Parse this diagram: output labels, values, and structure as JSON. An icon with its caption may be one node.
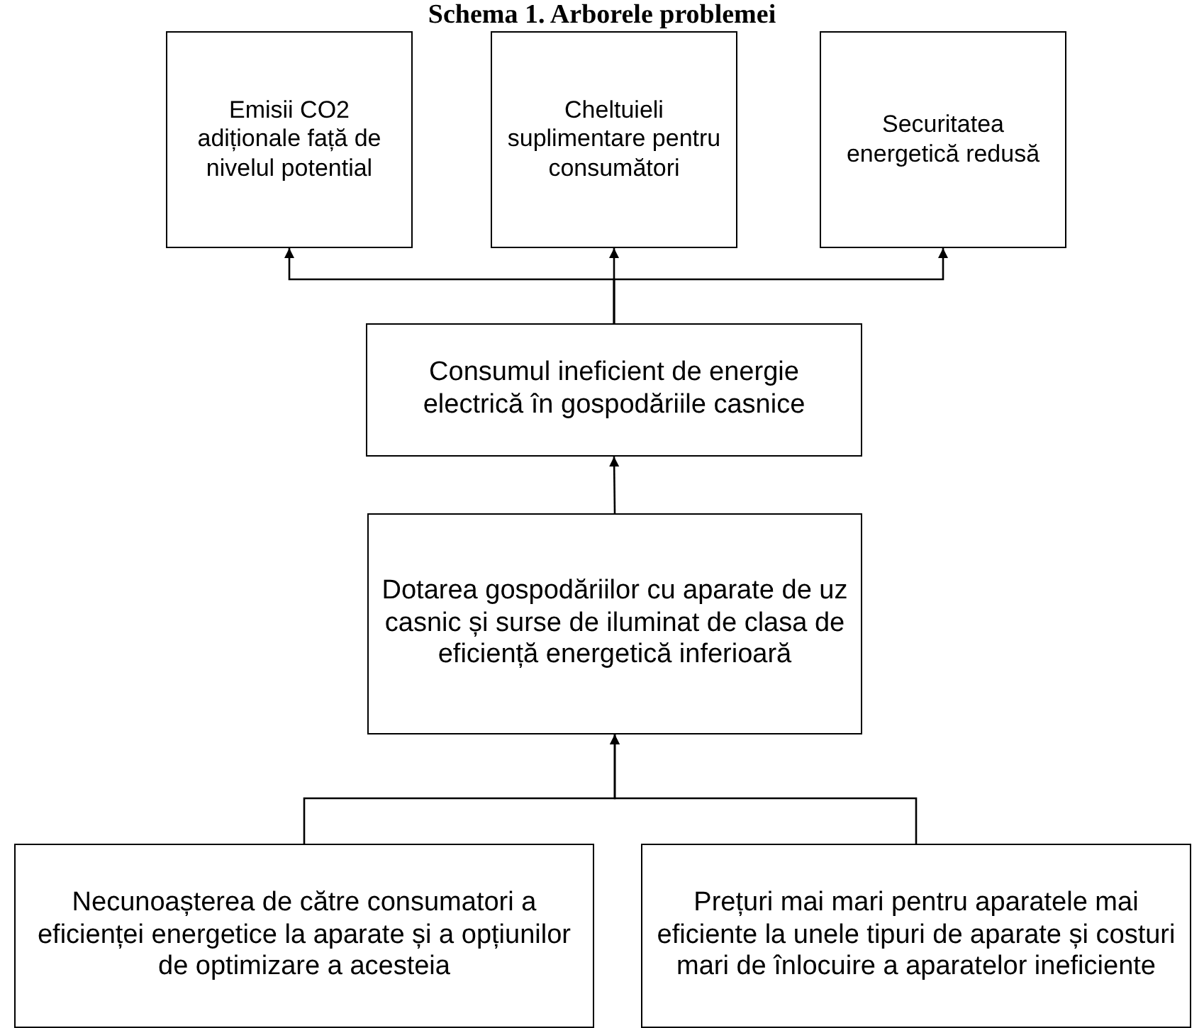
{
  "diagram": {
    "title": "Schema 1. Arborele problemei",
    "nodes": [
      {
        "text": [
          "Emisii CO2 adiționale față de nivelul potential"
        ]
      },
      {
        "text": [
          "Cheltuieli suplimentare pentru consumători"
        ]
      },
      {
        "text": [
          "Securitatea energetică redusă"
        ]
      },
      {
        "text": [
          "Consumul ineficient de energie electrică în gospodăriile casnice"
        ]
      },
      {
        "text": [
          "Dotarea gospodăriilor cu aparate de uz casnic și surse de iluminat de clasa de eficiență energetică inferioară"
        ]
      },
      {
        "text": [
          "Necunoașterea de către consumatori a eficienței energetice la aparate și a opțiunilor de optimizare a acesteia"
        ]
      },
      {
        "text": [
          "Prețuri mai mari pentru aparatele mai eficiente la unele tipuri de aparate și costuri mari de înlocuire a aparatelor ineficiente"
        ]
      }
    ],
    "edges": [
      {
        "from": 3,
        "to": 0,
        "arrow": "to"
      },
      {
        "from": 3,
        "to": 1,
        "arrow": "to"
      },
      {
        "from": 3,
        "to": 2,
        "arrow": "to"
      },
      {
        "from": 4,
        "to": 3,
        "arrow": "to"
      },
      {
        "from": 5,
        "to": 4,
        "arrow": "to"
      },
      {
        "from": 6,
        "to": 4,
        "arrow": "to"
      }
    ]
  }
}
